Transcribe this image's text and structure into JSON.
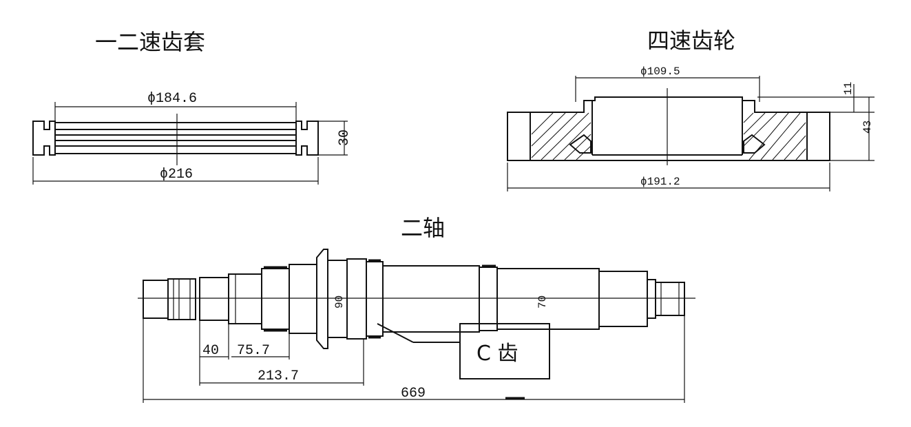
{
  "sleeve": {
    "title": "一二速齿套",
    "dim_inner": "ϕ184.6",
    "dim_outer": "ϕ216",
    "dim_width": "30"
  },
  "gear": {
    "title": "四速齿轮",
    "dim_top": "ϕ109.5",
    "dim_bottom": "ϕ191.2",
    "dim_small": "11",
    "dim_height": "43"
  },
  "shaft": {
    "title": "二轴",
    "dim_40": "40",
    "dim_75": "75.7",
    "dim_213": "213.7",
    "dim_669": "669",
    "dia_left": "90",
    "dia_right": "70",
    "callout": "C 齿"
  }
}
